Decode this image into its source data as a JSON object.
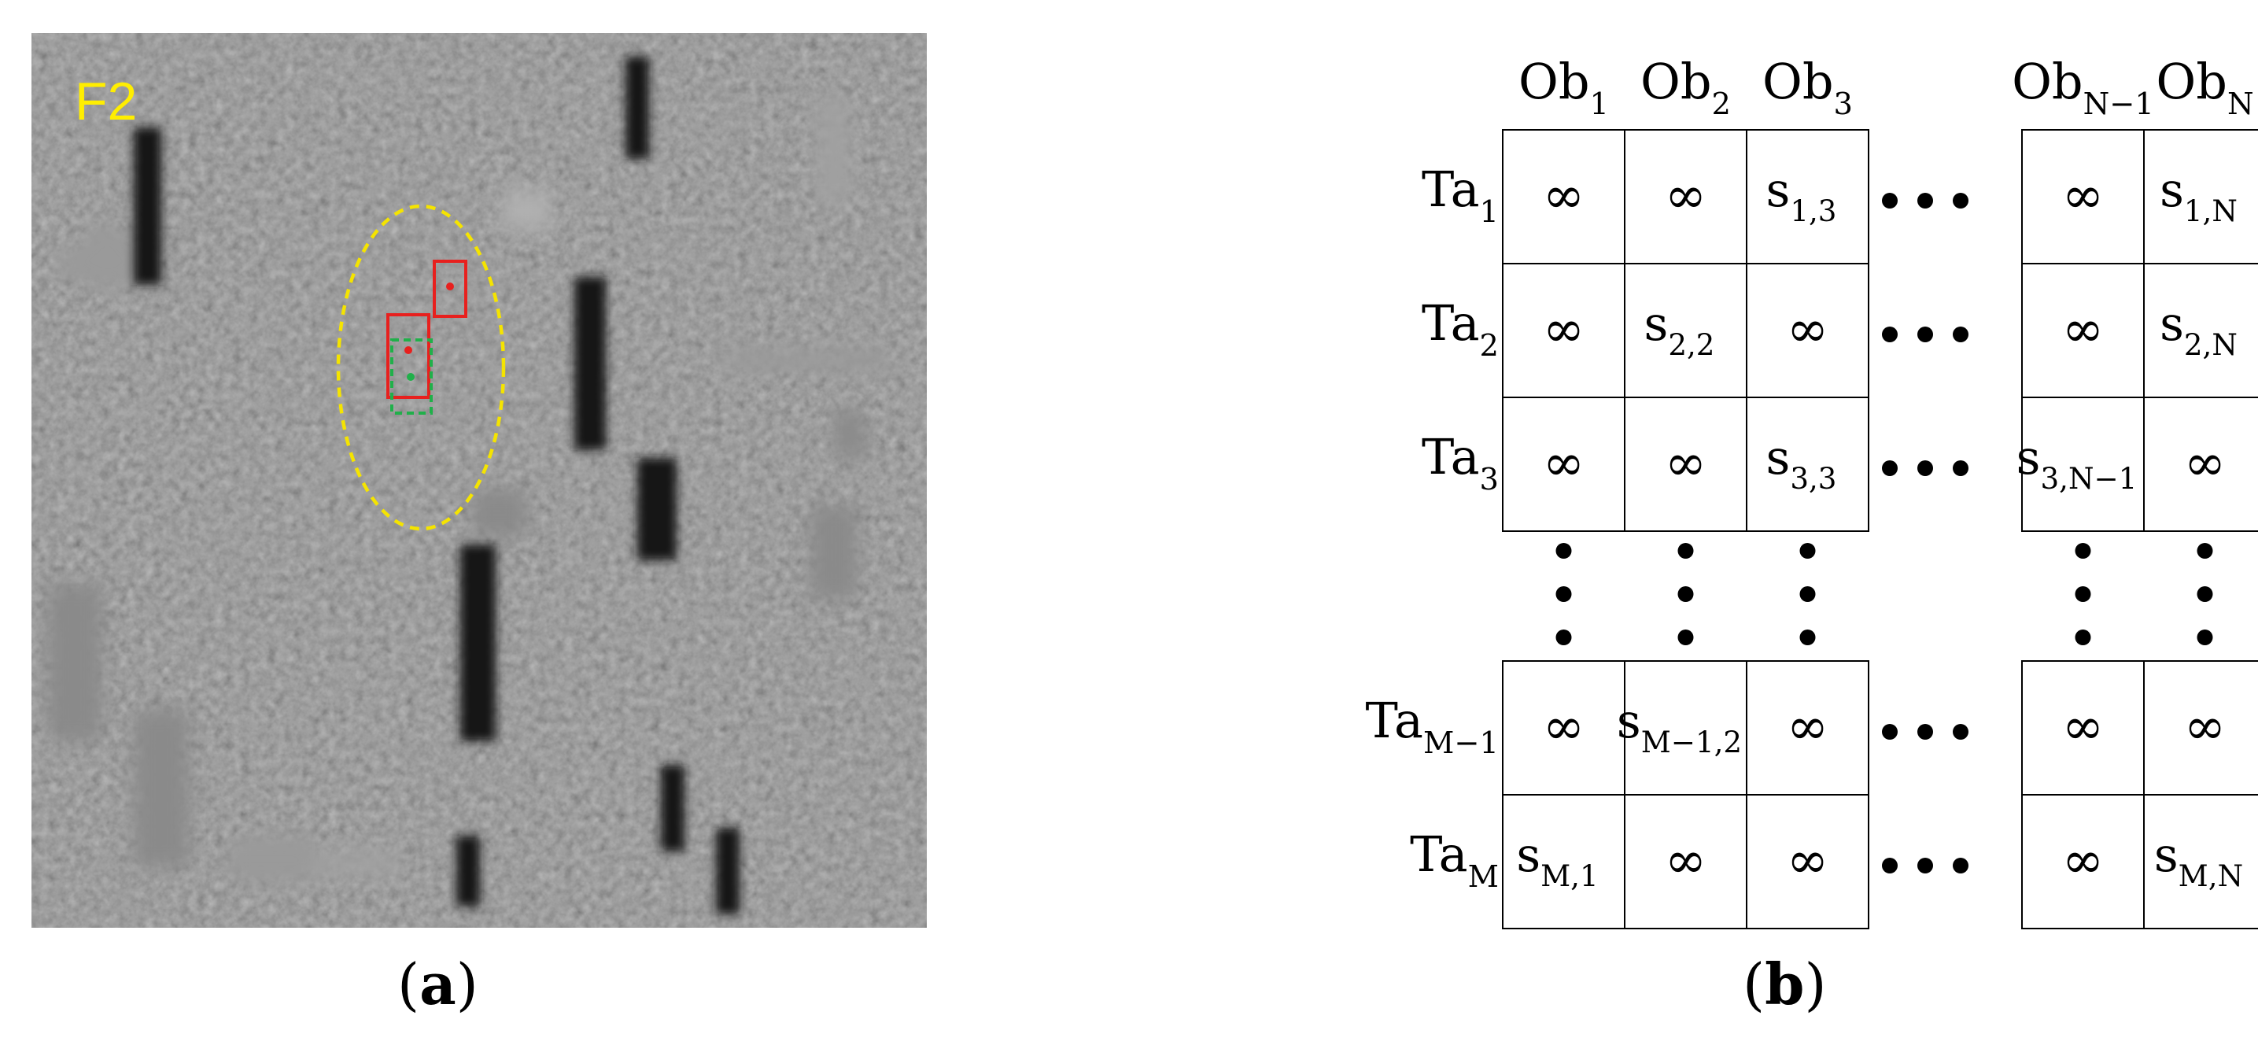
{
  "panel_a": {
    "label": "a",
    "frame_label": "F2",
    "colors": {
      "ellipse": "#f5e400",
      "box_red": "#e8201e",
      "box_green": "#20b04a",
      "frame_label": "#ffee00"
    }
  },
  "panel_b": {
    "label": "b",
    "col_headers": [
      {
        "base": "Ob",
        "sub": "1"
      },
      {
        "base": "Ob",
        "sub": "2"
      },
      {
        "base": "Ob",
        "sub": "3"
      },
      {
        "base": "Ob",
        "sub": "N−1"
      },
      {
        "base": "Ob",
        "sub": "N"
      }
    ],
    "row_headers": [
      {
        "base": "Ta",
        "sub": "1"
      },
      {
        "base": "Ta",
        "sub": "2"
      },
      {
        "base": "Ta",
        "sub": "3"
      },
      {
        "base": "Ta",
        "sub": "M−1"
      },
      {
        "base": "Ta",
        "sub": "M"
      }
    ],
    "cells": [
      [
        {
          "t": "∞"
        },
        {
          "t": "∞"
        },
        {
          "base": "s",
          "sub": "1,3"
        },
        {
          "t": "∞"
        },
        {
          "base": "s",
          "sub": "1,N"
        }
      ],
      [
        {
          "t": "∞"
        },
        {
          "base": "s",
          "sub": "2,2"
        },
        {
          "t": "∞"
        },
        {
          "t": "∞"
        },
        {
          "base": "s",
          "sub": "2,N"
        }
      ],
      [
        {
          "t": "∞"
        },
        {
          "t": "∞"
        },
        {
          "base": "s",
          "sub": "3,3"
        },
        {
          "base": "s",
          "sub": "3,N−1"
        },
        {
          "t": "∞"
        }
      ],
      [
        {
          "t": "∞"
        },
        {
          "base": "s",
          "sub": "M−1,2"
        },
        {
          "t": "∞"
        },
        {
          "t": "∞"
        },
        {
          "t": "∞"
        }
      ],
      [
        {
          "base": "s",
          "sub": "M,1"
        },
        {
          "t": "∞"
        },
        {
          "t": "∞"
        },
        {
          "t": "∞"
        },
        {
          "base": "s",
          "sub": "M,N"
        }
      ]
    ]
  }
}
